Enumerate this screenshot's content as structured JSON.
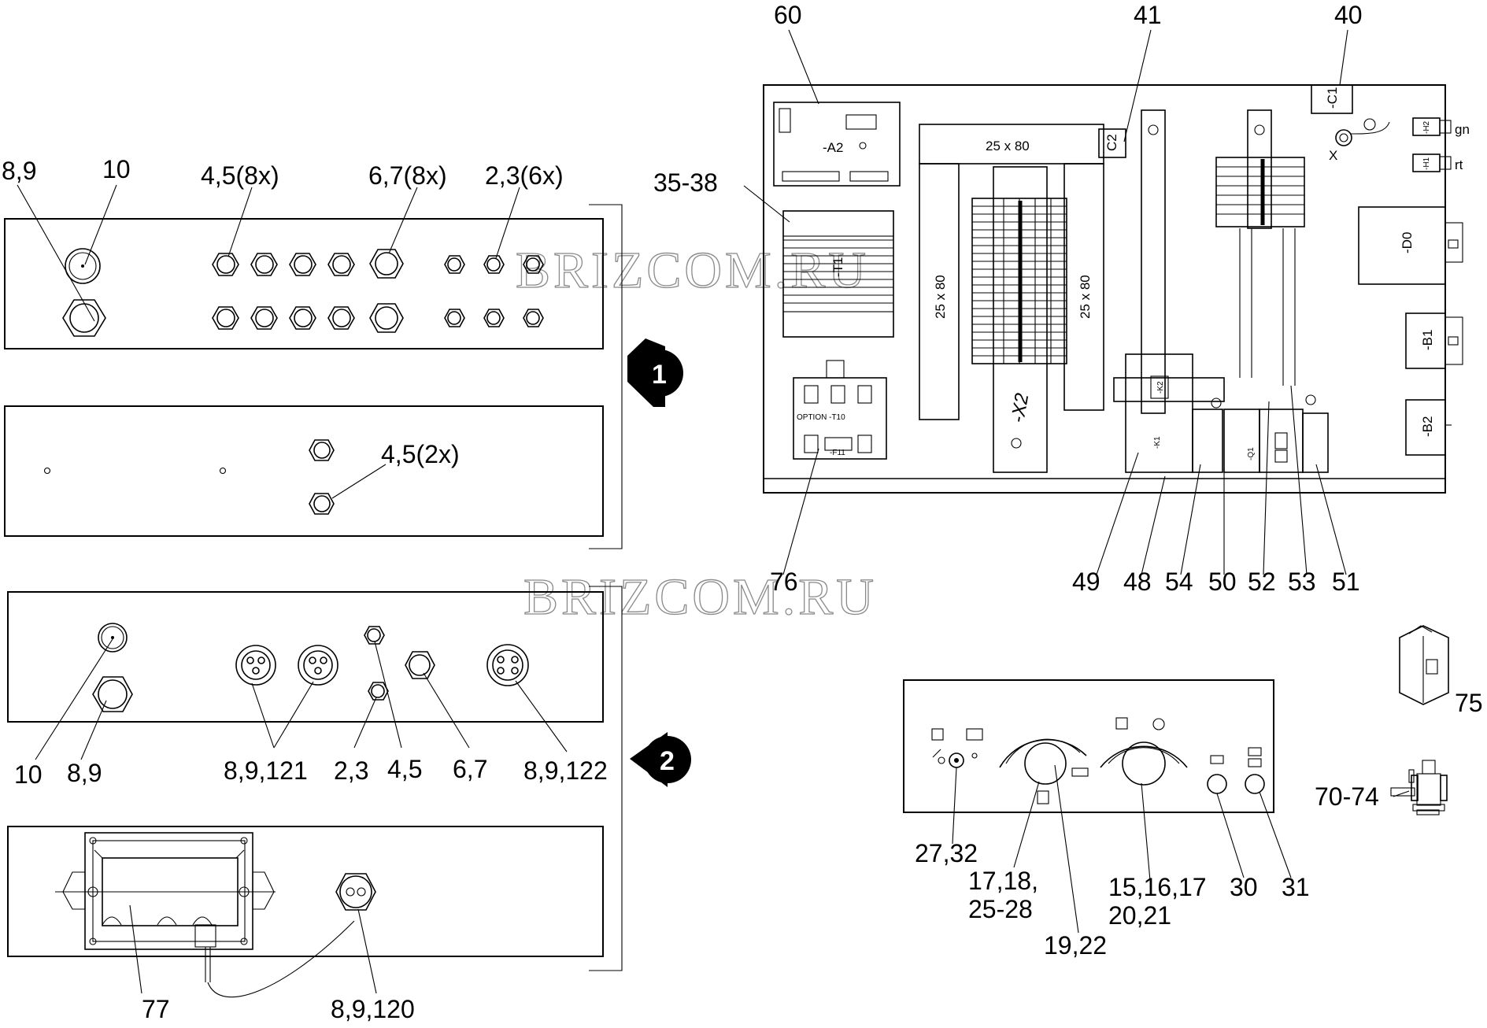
{
  "watermark": "BRIZCOM.RU",
  "panel1": {
    "indicator": "1",
    "callouts": {
      "c89": "8,9",
      "c10": "10",
      "c45": "4,5(8x)",
      "c67": "6,7(8x)",
      "c23": "2,3(6x)",
      "c45b": "4,5(2x)"
    }
  },
  "panel2": {
    "indicator": "2",
    "callouts": {
      "c10": "10",
      "c89": "8,9",
      "c89121": "8,9,121",
      "c23": "2,3",
      "c45": "4,5",
      "c67": "6,7",
      "c89122": "8,9,122",
      "c77": "77",
      "c89120": "8,9,120"
    }
  },
  "cabinet": {
    "top": {
      "c60": "60",
      "c41": "41",
      "c40": "40",
      "c3538": "35-38"
    },
    "bottom": {
      "c76": "76",
      "c49": "49",
      "c48": "48",
      "c54": "54",
      "c50": "50",
      "c52": "52",
      "c53": "53",
      "c51": "51"
    },
    "inner": {
      "duct_top": "25 x 80",
      "duct_left": "25 x 80",
      "duct_right": "25 x 80",
      "terminal": "-X2",
      "board": "-A2",
      "c1": "-C1",
      "c2": "C2",
      "h2": "-H2",
      "h1": "-H1",
      "gn": "gn",
      "rt": "rt",
      "d0": "-D0",
      "b1": "-B1",
      "b2": "-B2",
      "option": "OPTION -T10",
      "f11": "-F11",
      "k1": "-K1",
      "k2": "-K2",
      "q1": "-Q1",
      "x": "X",
      "t1": "-T1"
    }
  },
  "control": {
    "c2732": "27,32",
    "c1718": "17,18,",
    "c2528": "25-28",
    "c1922": "19,22",
    "c151617": "15,16,17",
    "c2021": "20,21",
    "c30": "30",
    "c31": "31"
  },
  "parts": {
    "c75": "75",
    "c7074": "70-74"
  }
}
